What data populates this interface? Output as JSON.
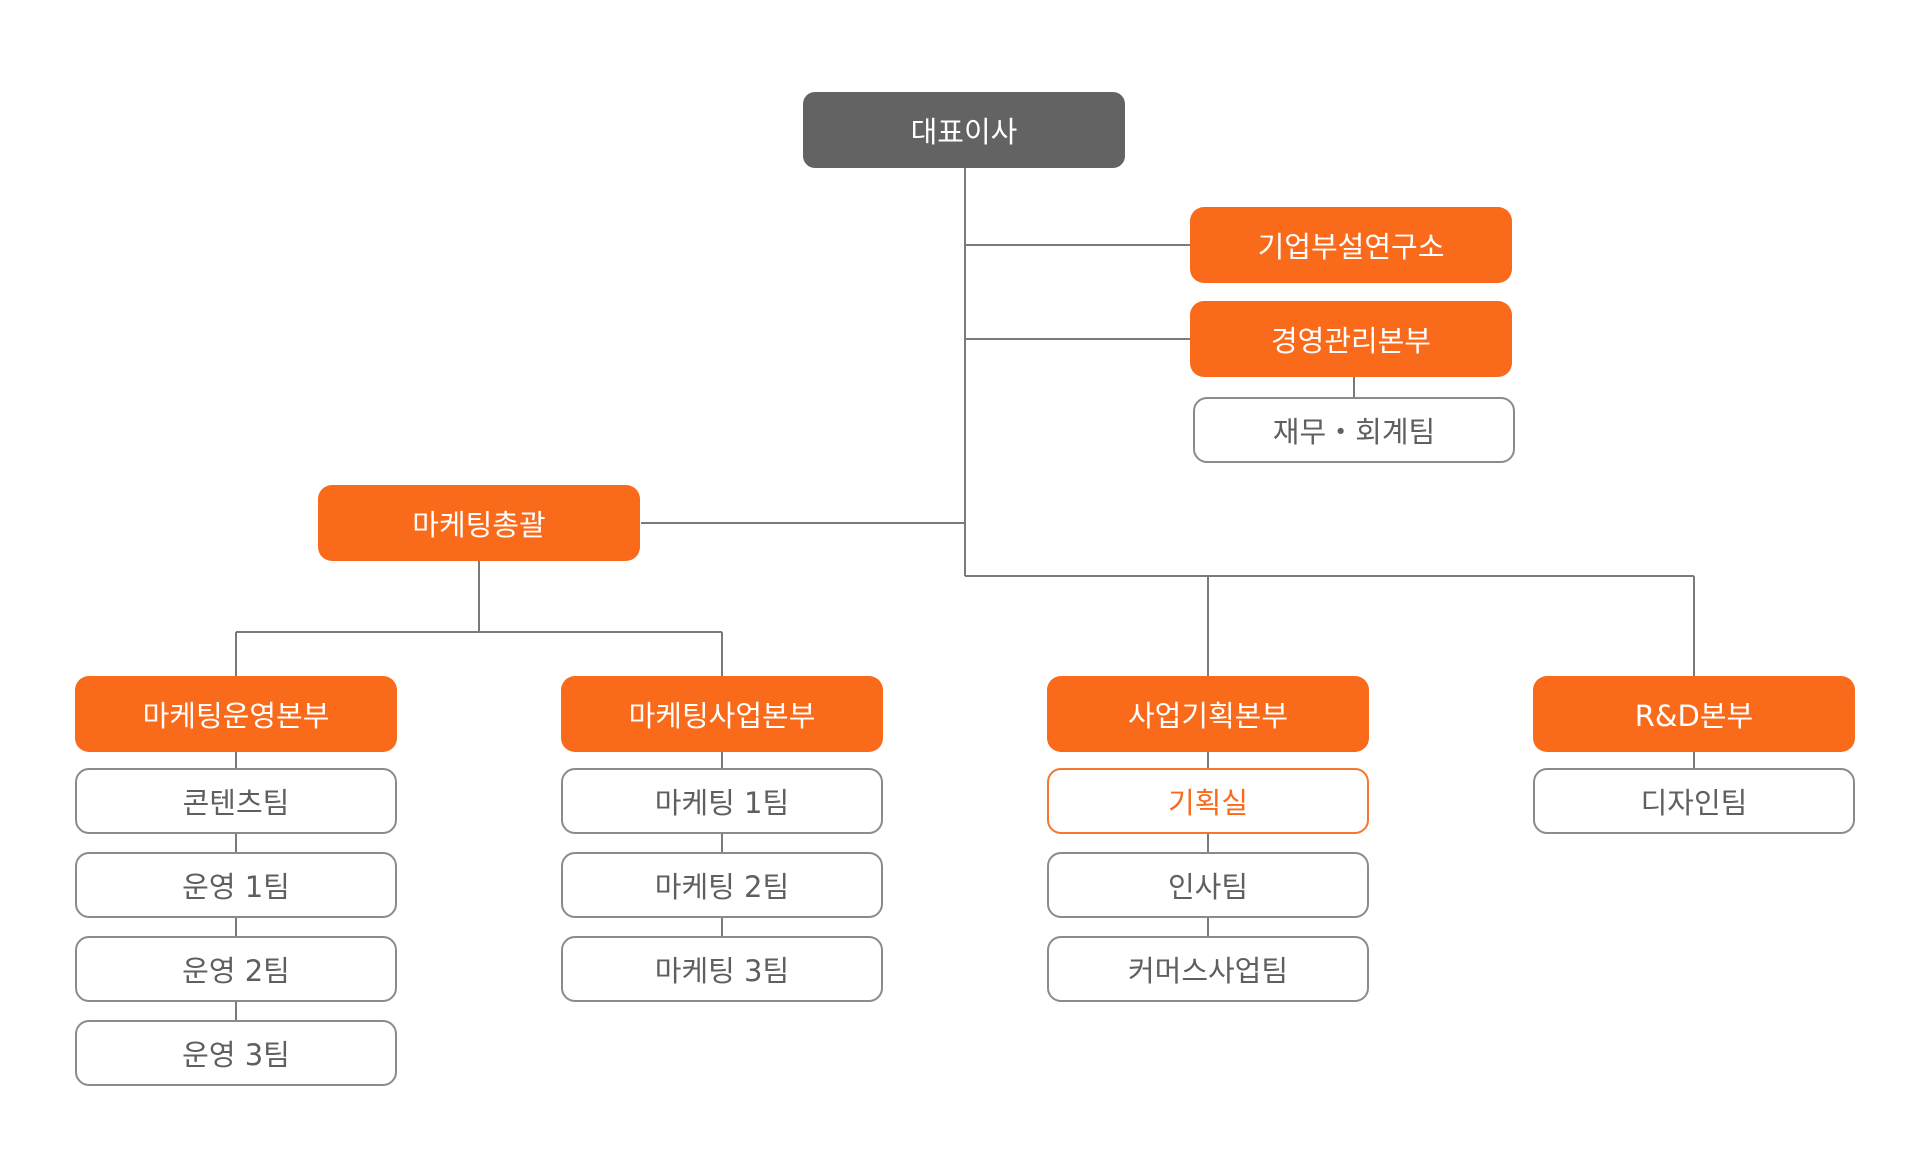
{
  "colors": {
    "ceo": "#636363",
    "accent": "#fa6a1b",
    "line": "#7a7a7a",
    "text": "#5f5f5f"
  },
  "ceo": {
    "label": "대표이사"
  },
  "direct_units": {
    "research_lab": "기업부설연구소",
    "management": {
      "label": "경영관리본부",
      "teams": [
        "재무・회계팀"
      ]
    }
  },
  "marketing_general": {
    "label": "마케팅총괄"
  },
  "divisions": [
    {
      "label": "마케팅운영본부",
      "teams": [
        "콘텐츠팀",
        "운영 1팀",
        "운영 2팀",
        "운영 3팀"
      ]
    },
    {
      "label": "마케팅사업본부",
      "teams": [
        "마케팅 1팀",
        "마케팅 2팀",
        "마케팅 3팀"
      ]
    },
    {
      "label": "사업기획본부",
      "teams": [
        "기획실",
        "인사팀",
        "커머스사업팀"
      ],
      "highlighted_team": "기획실"
    },
    {
      "label": "R&D본부",
      "teams": [
        "디자인팀"
      ]
    }
  ]
}
